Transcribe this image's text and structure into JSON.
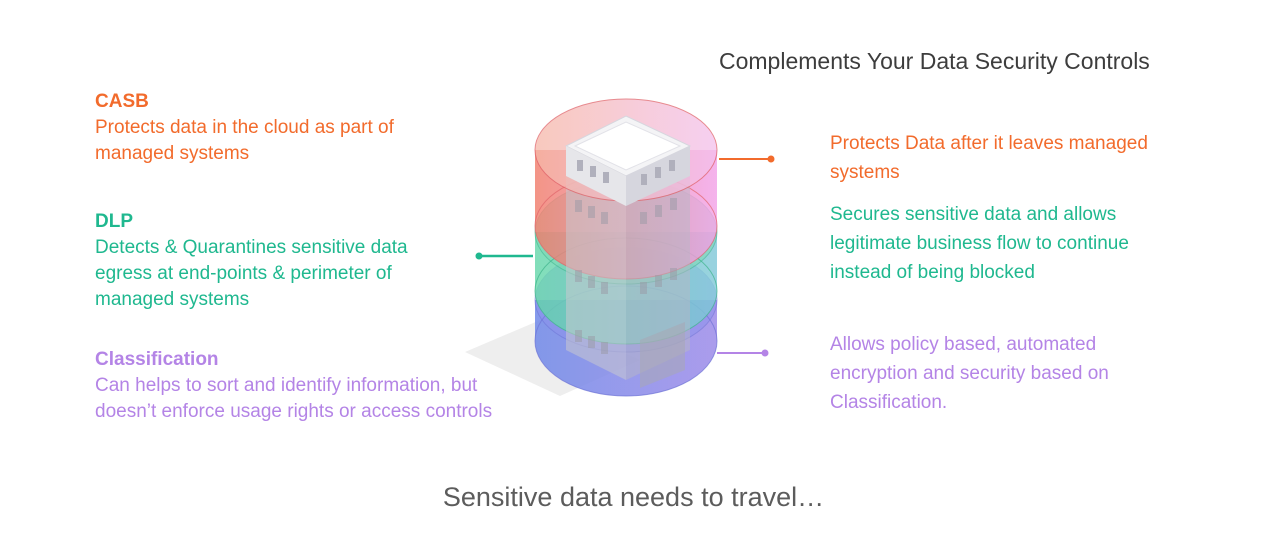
{
  "heading": "Complements Your Data Security Controls",
  "footer": "Sensitive data needs to travel…",
  "left": {
    "casb": {
      "title": "CASB",
      "body": "Protects data in the cloud as part of managed systems"
    },
    "dlp": {
      "title": "DLP",
      "body": "Detects & Quarantines sensitive data egress at end-points & perimeter of managed systems"
    },
    "classification": {
      "title": "Classification",
      "body": "Can helps to sort and identify information, but doesn’t enforce usage rights or access controls"
    }
  },
  "right": {
    "orange": "Protects Data after it leaves managed systems",
    "green": "Secures sensitive data and allows legitimate business flow to continue instead of being blocked",
    "purple": "Allows policy based, automated encryption and security based on Classification."
  },
  "colors": {
    "orange": "#f26b2c",
    "green": "#1fb88f",
    "purple": "#b484e6",
    "heading": "#3d3d3d",
    "footer": "#5c5c5c"
  },
  "icons": [
    "building-icon",
    "layered-disk-stack"
  ]
}
